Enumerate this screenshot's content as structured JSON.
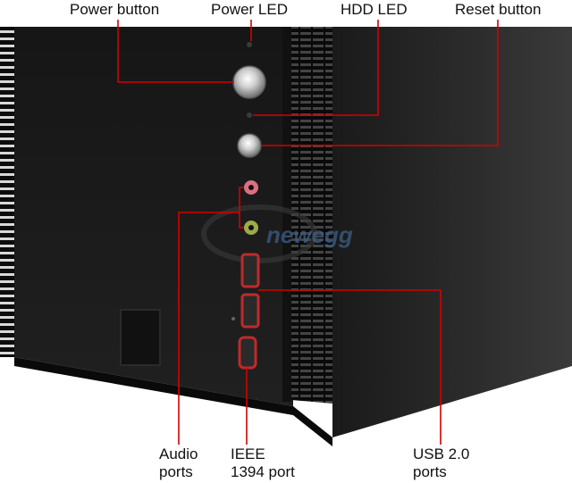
{
  "labels": {
    "power_button": "Power button",
    "power_led": "Power LED",
    "hdd_led": "HDD LED",
    "reset_button": "Reset button",
    "audio_ports": [
      "Audio",
      "ports"
    ],
    "ieee_port": [
      "IEEE",
      "1394 port"
    ],
    "usb_ports": [
      "USB 2.0",
      "ports"
    ]
  },
  "watermark": "newegg",
  "colors": {
    "leader_line": "#d40000",
    "case_body": "#1b1b1b",
    "case_side": "#262626",
    "audio_pink": "#d9707f",
    "audio_green": "#9aab4a",
    "usb_red": "#c02a2a"
  }
}
